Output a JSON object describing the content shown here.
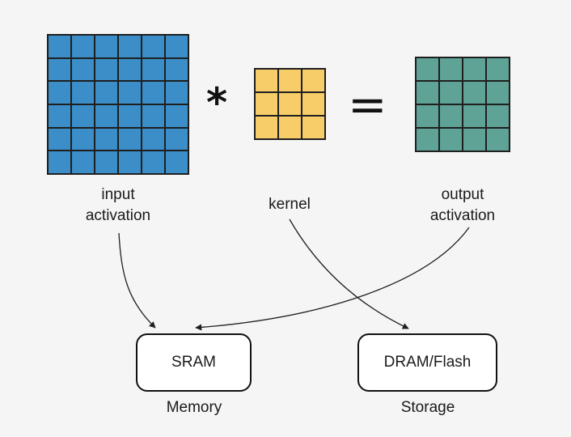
{
  "colors": {
    "input": "#3b8ec7",
    "kernel": "#f7cd6a",
    "output": "#5fa296",
    "line": "#1f1f1f"
  },
  "grids": {
    "input": {
      "rows": 6,
      "cols": 6
    },
    "kernel": {
      "rows": 3,
      "cols": 3
    },
    "output": {
      "rows": 4,
      "cols": 4
    }
  },
  "operators": {
    "convolve": "*",
    "equals": "="
  },
  "labels": {
    "input_line1": "input",
    "input_line2": "activation",
    "kernel": "kernel",
    "output_line1": "output",
    "output_line2": "activation"
  },
  "boxes": {
    "sram": "SRAM",
    "dram": "DRAM/Flash"
  },
  "captions": {
    "memory": "Memory",
    "storage": "Storage"
  }
}
